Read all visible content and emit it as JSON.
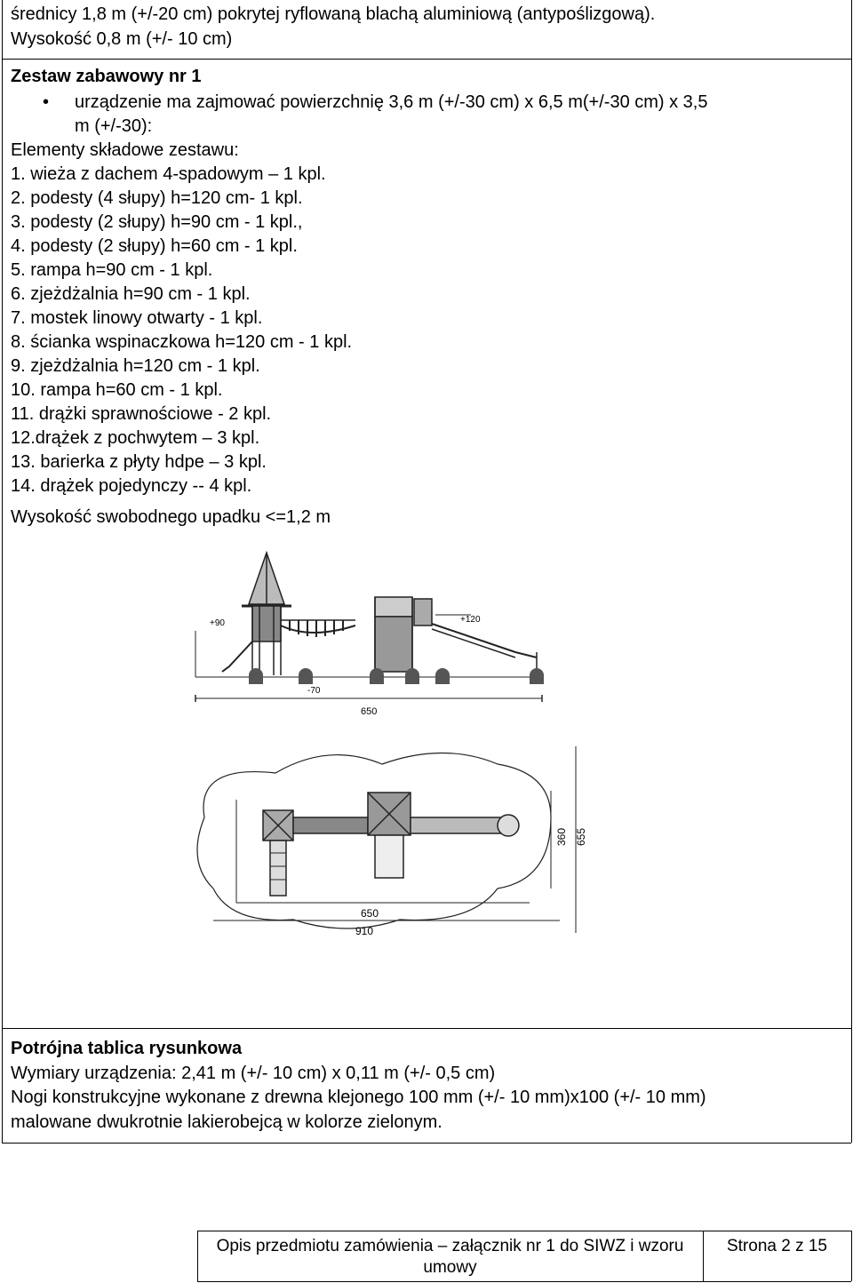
{
  "intro": {
    "line1": "średnicy 1,8 m (+/-20 cm) pokrytej ryflowaną blachą aluminiową (antypoślizgową).",
    "line2": "Wysokość 0,8 m (+/- 10 cm)"
  },
  "zestaw": {
    "heading": "Zestaw zabawowy nr 1",
    "bullet_line1": "urządzenie ma zajmować powierzchnię 3,6 m (+/-30 cm) x 6,5 m(+/-30 cm) x 3,5",
    "bullet_line2": "m (+/-30):",
    "elements_label": "Elementy składowe zestawu:",
    "items": [
      "1. wieża z dachem 4-spadowym – 1 kpl.",
      "2. podesty (4 słupy)  h=120 cm- 1 kpl.",
      "3. podesty (2 słupy) h=90 cm - 1 kpl.,",
      "4. podesty (2 słupy) h=60 cm - 1 kpl.",
      "5. rampa h=90 cm - 1 kpl.",
      "6. zjeżdżalnia h=90 cm - 1 kpl.",
      "7. mostek linowy otwarty - 1 kpl.",
      "8. ścianka wspinaczkowa h=120 cm - 1 kpl.",
      "9.  zjeżdżalnia h=120 cm - 1 kpl.",
      "10. rampa h=60 cm - 1 kpl.",
      "11. drążki sprawnościowe - 2 kpl.",
      "12.drążek z pochwytem – 3 kpl.",
      "13. barierka z płyty hdpe – 3 kpl.",
      "14. drążek pojedynczy -- 4 kpl."
    ],
    "fall_height": "Wysokość swobodnego upadku <=1,2 m"
  },
  "drawing": {
    "elev_dim_90": "+90",
    "elev_dim_120": "+120",
    "elev_dim_70": "-70",
    "elev_dim_650": "650",
    "plan_dim_650": "650",
    "plan_dim_910": "910",
    "plan_dim_360": "360",
    "plan_dim_655": "655"
  },
  "tablica": {
    "heading": "Potrójna tablica rysunkowa",
    "line1": "Wymiary urządzenia: 2,41 m (+/- 10 cm)  x 0,11 m (+/- 0,5 cm)",
    "line2": "Nogi konstrukcyjne wykonane z drewna klejonego 100 mm (+/- 10 mm)x100 (+/- 10 mm)",
    "line3": "malowane dwukrotnie lakierobejcą w kolorze zielonym."
  },
  "footer": {
    "description_line1": "Opis przedmiotu zamówienia – załącznik nr 1 do SIWZ i wzoru",
    "description_line2": "umowy",
    "page": "Strona 2 z 15"
  }
}
